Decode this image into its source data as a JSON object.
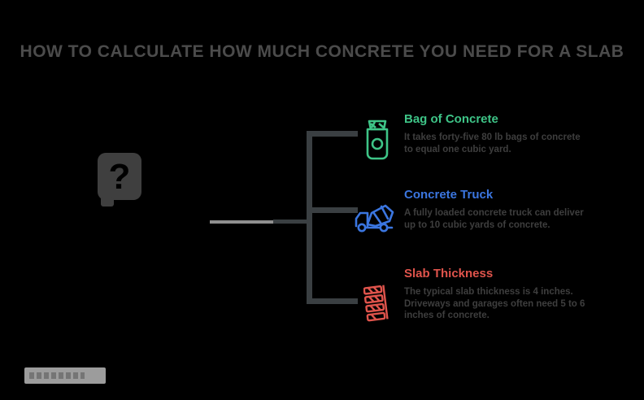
{
  "page": {
    "background_color": "#000000",
    "title": "HOW TO CALCULATE HOW MUCH CONCRETE YOU NEED FOR A SLAB",
    "title_color": "#4b4b4b"
  },
  "root": {
    "icon": "question-mark-icon",
    "icon_color": "#3f3f3f"
  },
  "connector": {
    "light_line_color": "#8f8f8f",
    "bracket_color": "#3a3f42"
  },
  "branches": [
    {
      "label": "Bag of Concrete",
      "color": "#3ec487",
      "icon": "concrete-bag-icon",
      "description": "It takes forty-five 80 lb bags of concrete to equal one cubic yard."
    },
    {
      "label": "Concrete Truck",
      "color": "#3b76e0",
      "icon": "concrete-truck-icon",
      "description": "A fully loaded concrete truck can deliver up to 10 cubic yards of concrete."
    },
    {
      "label": "Slab Thickness",
      "color": "#e0544c",
      "icon": "slab-thickness-icon",
      "description": "The typical slab thickness is 4 inches. Driveways and garages often need 5 to 6 inches of concrete."
    }
  ],
  "watermark": {
    "description": "gray logo watermark bar"
  }
}
